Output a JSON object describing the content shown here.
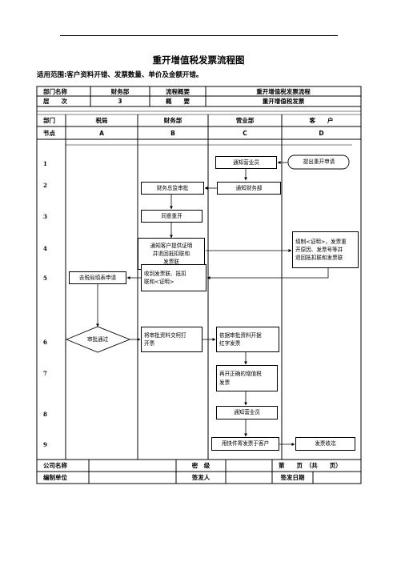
{
  "header": {
    "title": "重开增值税发票流程图",
    "scope": "适用范围:客户资料开错、发票数量、单价及金额开错。"
  },
  "info_table": {
    "dept_name_label": "部门名称",
    "dept_name_value": "财务部",
    "flow_overview_label": "流程概要",
    "flow_overview_value": "重开增值税发票流程",
    "level_label": "层　　次",
    "level_value": "3",
    "summary_label": "概　　要",
    "summary_value": "重开增值税发票"
  },
  "lanes": {
    "dept_label": "部门",
    "node_label": "节点",
    "columns": [
      {
        "name": "税局",
        "code": "A"
      },
      {
        "name": "财务部",
        "code": "B"
      },
      {
        "name": "营业部",
        "code": "C"
      },
      {
        "name": "客　　户",
        "code": "D"
      }
    ]
  },
  "rows": [
    "1",
    "2",
    "3",
    "4",
    "5",
    "6",
    "7",
    "8",
    "9"
  ],
  "flow": {
    "c1": "通知营业员",
    "d1": "提出重开申请",
    "b2": "财务总监审批",
    "c2": "通知财务部",
    "b3": "同意重开",
    "b4": "通知客户提供证明\n并退回抵扣联和\n发票联",
    "d4": "填制<证明>，发票重\n开原因、发票号等并\n退回抵扣联和发票联",
    "b5": "收到发票联、抵扣\n联和<证明>",
    "a5": "去税局填表申请",
    "a6": "审批通过",
    "b6": "将审批资料交柯打\n开票",
    "c6": "依据审批资料开据\n红字发票",
    "c7": "再开正确的增值税\n发票",
    "c8": "通知营业员",
    "c9": "用快件寄发票于客户",
    "d9": "发票收迄"
  },
  "footer": {
    "company_label": "公司名称",
    "secret_label": "密　级",
    "page_label": "第　　页　（共　　页）",
    "prepared_label": "编制单位",
    "signer_label": "签发人",
    "issue_date_label": "签发日期"
  }
}
